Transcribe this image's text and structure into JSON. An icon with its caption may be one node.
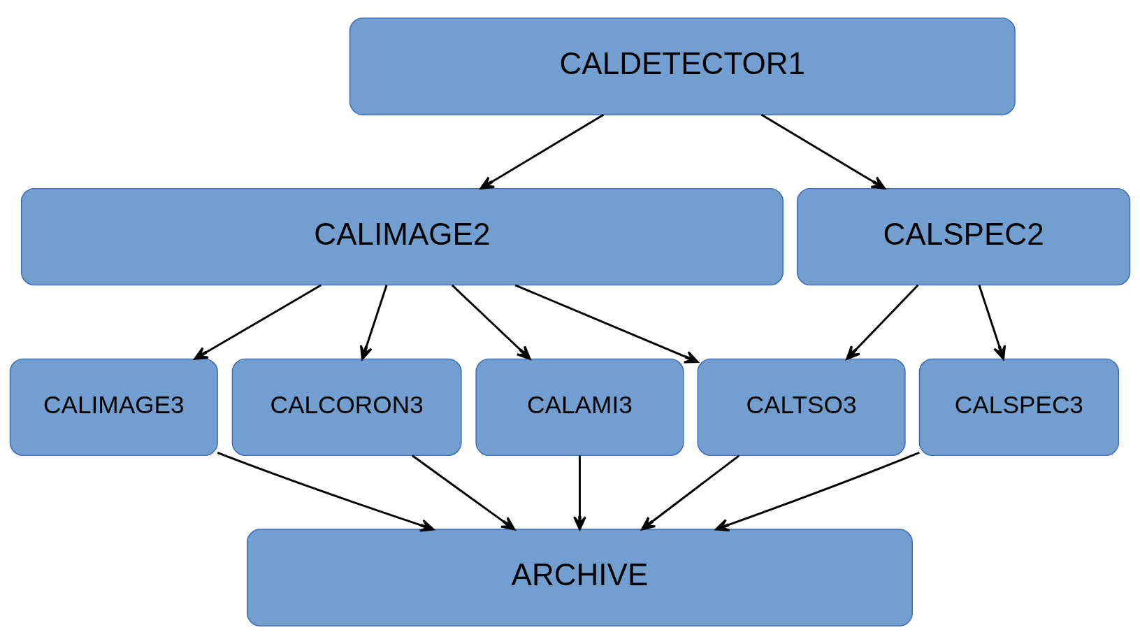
{
  "diagram": {
    "nodes": [
      {
        "text": [
          "CALDETECTOR1"
        ]
      },
      {
        "text": [
          "CALIMAGE2"
        ]
      },
      {
        "text": [
          "CALSPEC2"
        ]
      },
      {
        "text": [
          "CALIMAGE3"
        ]
      },
      {
        "text": [
          "CALCORON3"
        ]
      },
      {
        "text": [
          "CALAMI3"
        ]
      },
      {
        "text": [
          "CALTSO3"
        ]
      },
      {
        "text": [
          "CALSPEC3"
        ]
      },
      {
        "text": [
          "ARCHIVE"
        ]
      }
    ],
    "edges": [
      {
        "from": 0,
        "to": 1,
        "arrow": "to"
      },
      {
        "from": 0,
        "to": 2,
        "arrow": "to"
      },
      {
        "from": 1,
        "to": 3,
        "arrow": "to"
      },
      {
        "from": 1,
        "to": 4,
        "arrow": "to"
      },
      {
        "from": 1,
        "to": 5,
        "arrow": "to"
      },
      {
        "from": 1,
        "to": 6,
        "arrow": "to"
      },
      {
        "from": 2,
        "to": 6,
        "arrow": "to"
      },
      {
        "from": 2,
        "to": 7,
        "arrow": "to"
      },
      {
        "from": 3,
        "to": 8,
        "arrow": "to"
      },
      {
        "from": 4,
        "to": 8,
        "arrow": "to"
      },
      {
        "from": 5,
        "to": 8,
        "arrow": "to"
      },
      {
        "from": 6,
        "to": 8,
        "arrow": "to"
      },
      {
        "from": 7,
        "to": 8,
        "arrow": "to"
      }
    ]
  }
}
